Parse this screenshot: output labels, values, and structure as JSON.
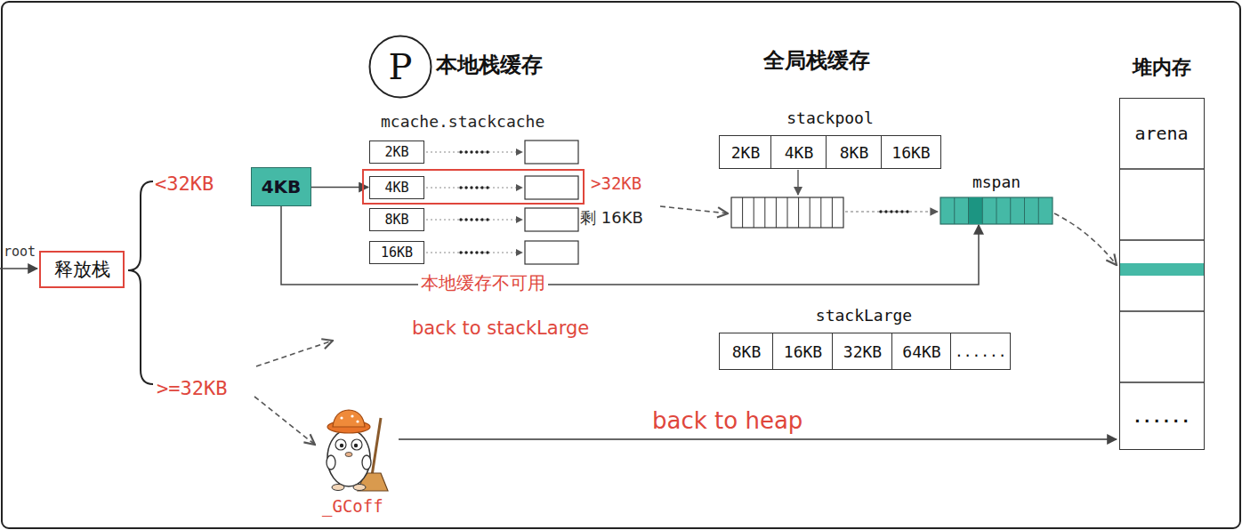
{
  "diagram": {
    "nodes": [
      {
        "text": [
          "释放栈"
        ]
      },
      {
        "text": [
          "P",
          "本地栈缓存"
        ]
      },
      {
        "text": [
          "4KB"
        ]
      },
      {
        "text": [
          "2KB"
        ]
      },
      {
        "text": [
          "4KB"
        ]
      },
      {
        "text": [
          "8KB"
        ]
      },
      {
        "text": [
          "16KB"
        ]
      },
      {
        "text": [
          "stackpool"
        ]
      },
      {
        "text": [
          "2KB"
        ],
        "in": 7
      },
      {
        "text": [
          "4KB"
        ],
        "in": 7
      },
      {
        "text": [
          "8KB"
        ],
        "in": 7
      },
      {
        "text": [
          "16KB"
        ],
        "in": 7
      },
      {
        "text": [
          "mspan"
        ]
      },
      {
        "text": [
          "stackLarge"
        ]
      },
      {
        "text": [
          "8KB"
        ],
        "in": 13
      },
      {
        "text": [
          "16KB"
        ],
        "in": 13
      },
      {
        "text": [
          "32KB"
        ],
        "in": 13
      },
      {
        "text": [
          "64KB"
        ],
        "in": 13
      },
      {
        "text": [
          "......"
        ],
        "in": 13
      },
      {
        "text": [
          "堆内存"
        ]
      },
      {
        "text": [
          "arena"
        ],
        "in": 19
      },
      {
        "text": [
          "......"
        ],
        "in": 19
      }
    ],
    "edges": [
      {
        "from": 2,
        "to": 4,
        "arrow": "to"
      },
      {
        "from": 2,
        "to": 12,
        "label": "本地缓存不可用",
        "arrow": "to"
      }
    ],
    "labels": [
      "root",
      "<32KB",
      ">=32KB",
      "mcache.stackcache",
      ">32KB",
      "剩 16KB",
      "back to stackLarge",
      "全局栈缓存",
      "_GCoff",
      "back to heap"
    ]
  }
}
